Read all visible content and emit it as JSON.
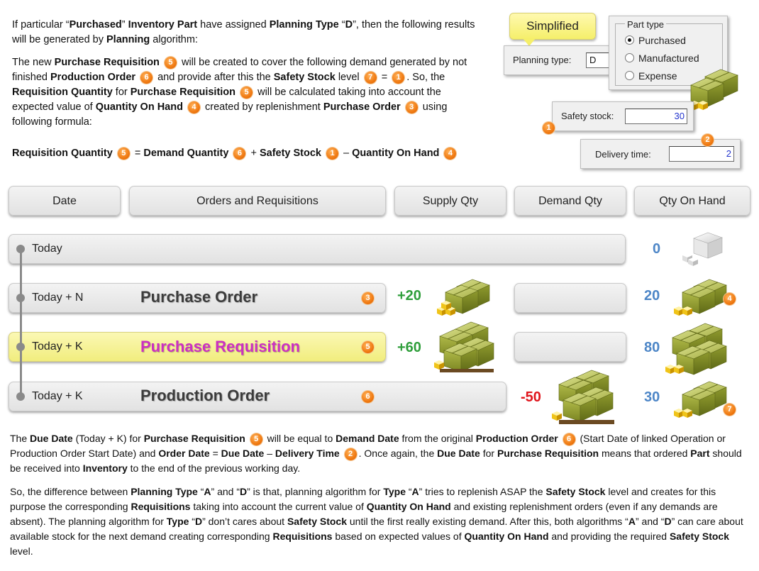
{
  "intro": {
    "text_html": "If particular “<b>Purchased</b>” <b>Inventory Part</b> have assigned <b>Planning Type</b> “<b>D</b>”, then the following results will be generated by <b>Planning</b> algorithm:"
  },
  "explain": {
    "text_html": "The new <b>Purchase Requisition</b> <span class=\"badge\">5</span> will be created to cover the following demand generated by not finished <b>Production Order</b> <span class=\"badge\">6</span> and provide after this the <b>Safety Stock</b> level <span class=\"badge\">7</span> = <span class=\"badge\">1</span>. So, the <b>Requisition Quantity</b> for <b>Purchase Requisition</b> <span class=\"badge\">5</span> will be calculated taking into account the expected value of <b>Quantity On Hand</b> <span class=\"badge\">4</span> created by replenishment <b>Purchase Order</b> <span class=\"badge\">3</span> using following formula:"
  },
  "formula": {
    "text_html": "<b>Requisition Quantity</b> <span class=\"badge\">5</span> = <b>Demand Quantity</b> <span class=\"badge\">6</span> + <b>Safety Stock</b> <span class=\"badge\">1</span> – <b>Quantity On Hand</b> <span class=\"badge\">4</span>"
  },
  "callout": {
    "label": "Simplified"
  },
  "planning": {
    "label": "Planning type:",
    "value": "D"
  },
  "part_type": {
    "title": "Part type",
    "options": [
      "Purchased",
      "Manufactured",
      "Expense"
    ],
    "selected": "Purchased"
  },
  "safety": {
    "label": "Safety stock:",
    "value": "30",
    "badge": "1"
  },
  "delivery": {
    "label": "Delivery time:",
    "value": "2",
    "badge": "2"
  },
  "headers": {
    "date": "Date",
    "orders": "Orders and Requisitions",
    "supply": "Supply Qty",
    "demand": "Demand Qty",
    "onhand": "Qty On Hand"
  },
  "rows": [
    {
      "date": "Today",
      "order": "",
      "badge": "",
      "supply": "",
      "demand": "",
      "onhand": "0",
      "onhand_badge": ""
    },
    {
      "date": "Today + N",
      "order": "Purchase Order",
      "badge": "3",
      "supply": "+20",
      "demand": "",
      "onhand": "20",
      "onhand_badge": "4"
    },
    {
      "date": "Today + K",
      "order": "Purchase Requisition",
      "badge": "5",
      "supply": "+60",
      "demand": "",
      "onhand": "80",
      "onhand_badge": ""
    },
    {
      "date": "Today + K",
      "order": "Production Order",
      "badge": "6",
      "supply": "",
      "demand": "-50",
      "onhand": "30",
      "onhand_badge": "7"
    }
  ],
  "colors": {
    "supply": "#2e9e3a",
    "demand": "#e0151c",
    "onhand": "#4d86c7",
    "requisition_text": "#cc2fc2",
    "requisition_highlight": "#f7f49a",
    "badge": "#f07a12"
  },
  "due_date": {
    "text_html": "The <b>Due Date</b> (Today + K) for <b>Purchase Requisition</b> <span class=\"badge\">5</span> will be equal to <b>Demand Date</b> from the original <b>Production Order</b> <span class=\"badge\">6</span> (Start Date of linked Operation or Production Order Start Date) and <b>Order Date</b> = <b>Due Date</b> – <b>Delivery Time</b> <span class=\"badge\">2</span>. Once again, the <b>Due Date</b> for <b>Purchase Requisition</b> means that ordered <b>Part</b> should be received into <b>Inventory</b> to the end of the previous working day."
  },
  "difference": {
    "text_html": "So, the difference between <b>Planning Type</b> “<b>A</b>” and “<b>D</b>” is that, planning algorithm for <b>Type</b> “<b>A</b>” tries to replenish ASAP the <b>Safety Stock</b> level and creates for this purpose the corresponding <b>Requisitions</b> taking into account the current value of <b>Quantity On Hand</b> and existing replenishment orders (even if any demands are absent). The planning algorithm for <b>Type</b> “<b>D</b>” don’t cares about <b>Safety Stock</b> until the first really existing demand. After this, both algorithms “<b>A</b>” and “<b>D</b>” can care about available stock for the next demand creating corresponding <b>Requisitions</b> based on expected values of <b>Quantity On Hand</b> and providing the required <b>Safety Stock</b> level."
  }
}
